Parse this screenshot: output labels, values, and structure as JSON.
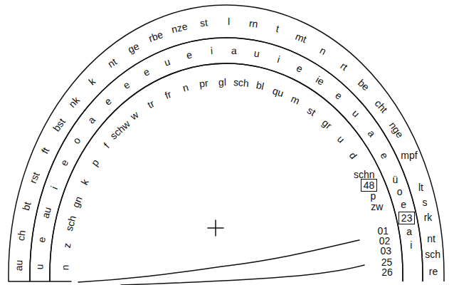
{
  "diagram": {
    "nodes": [
      {
        "text": [
          "au",
          "ch",
          "bt",
          "rst",
          "ft",
          "bst",
          "nk",
          "k",
          "nt",
          "ge",
          "rbe",
          "nze",
          "st",
          "l",
          "rn",
          "t",
          "mt",
          "n",
          "rt",
          "be",
          "cht",
          "nge",
          "mpf",
          "lt",
          "s",
          "rk",
          "nt",
          "sch",
          "re"
        ]
      },
      {
        "text": [
          "u",
          "e",
          "au",
          "i",
          "e",
          "o",
          "a",
          "e",
          "e",
          "e",
          "u",
          "e",
          "i",
          "a",
          "u",
          "i",
          "e",
          "ie",
          "e",
          "u",
          "a",
          "e",
          "ü",
          "o",
          "e",
          "a",
          "i"
        ]
      },
      {
        "text": [
          "n",
          "z",
          "sch",
          "gn",
          "k",
          "p",
          "f",
          "schw",
          "w",
          "tr",
          "fr",
          "n",
          "pr",
          "gl",
          "sch",
          "bl",
          "qu",
          "m",
          "st",
          "gr",
          "u",
          "d",
          "schn",
          "p",
          "zw"
        ]
      },
      {
        "text": [
          "48"
        ],
        "in": 2
      },
      {
        "text": [
          "23"
        ],
        "in": 1
      }
    ],
    "labels": [
      "01",
      "02",
      "03",
      "25",
      "26"
    ]
  }
}
